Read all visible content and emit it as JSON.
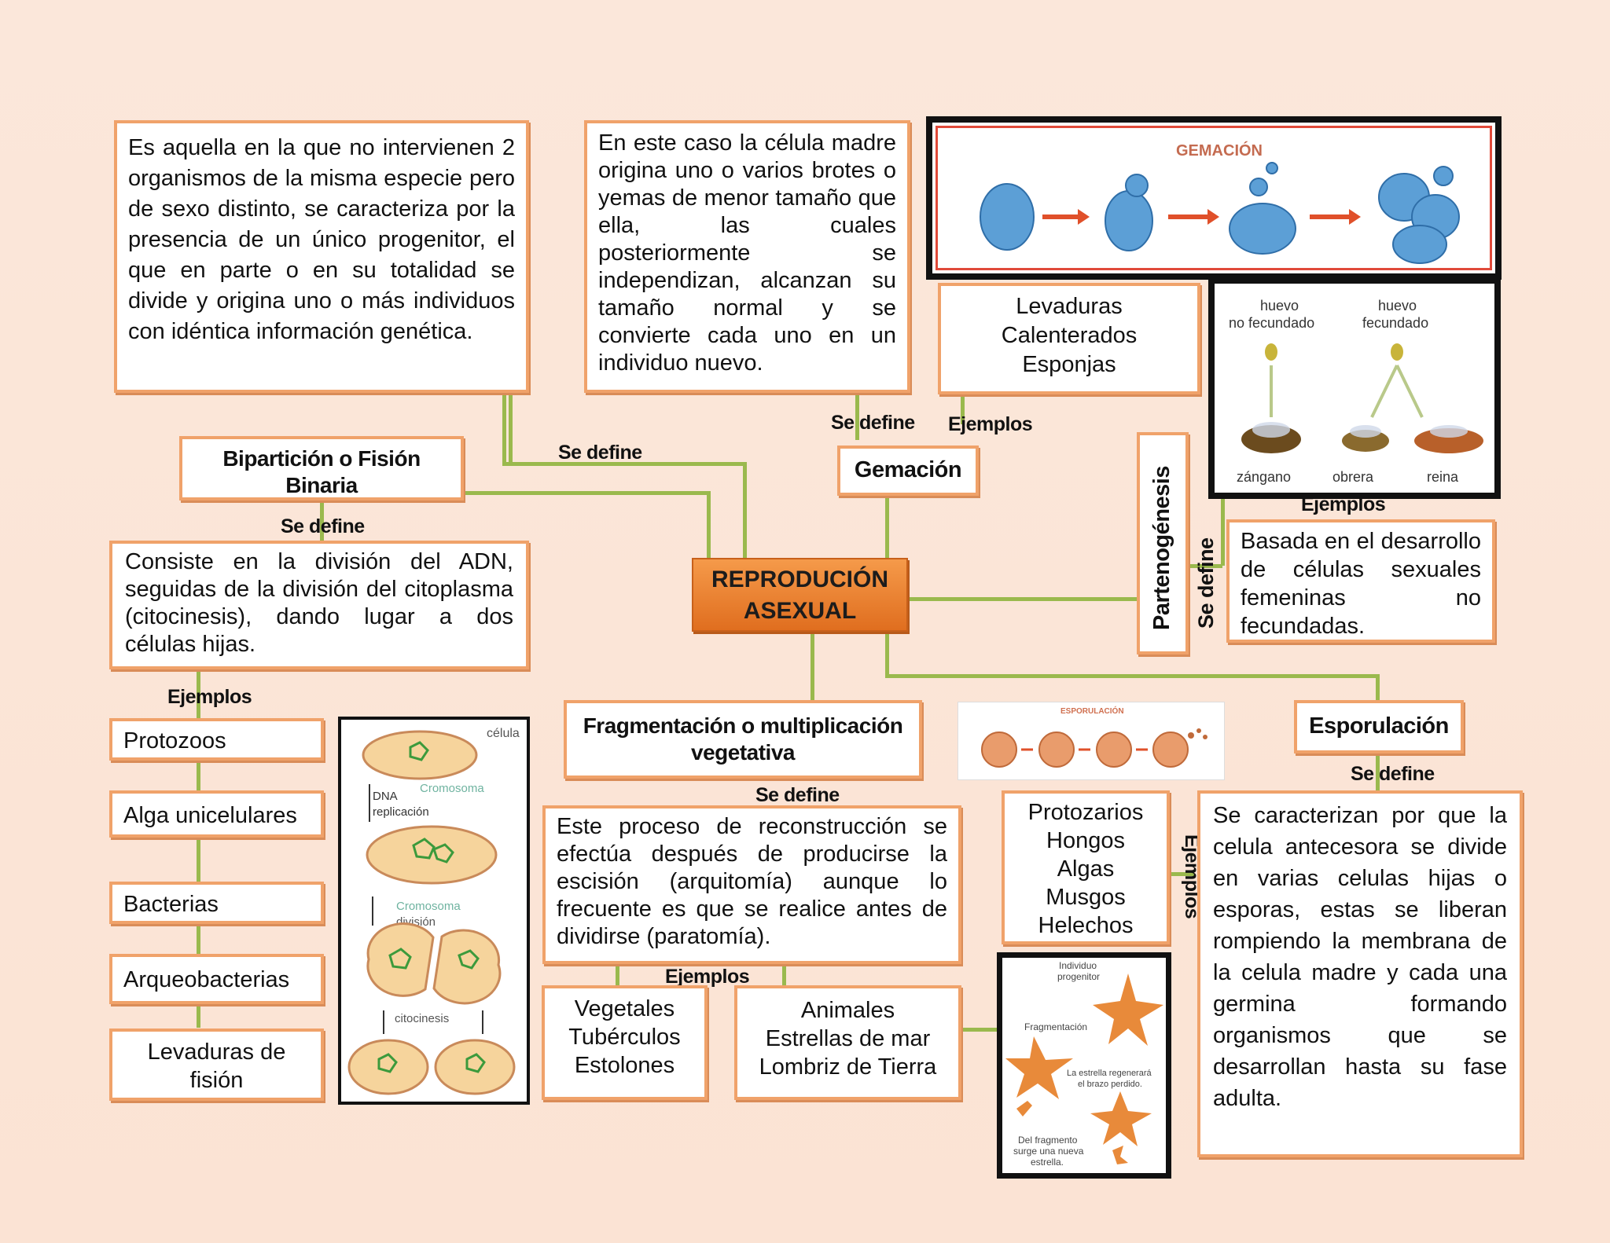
{
  "central": {
    "line1": "REPRODUCIÓN",
    "line2": "ASEXUAL"
  },
  "definition": "Es aquella en la que no intervienen 2 organismos de la misma especie pero de sexo distinto, se caracteriza por la presencia de un único progenitor, el que en parte o en su totalidad se divide y origina uno o más individuos con idéntica información genética.",
  "labels": {
    "se_define": "Se define",
    "ejemplos": "Ejemplos"
  },
  "biparticion": {
    "title": "Bipartición o Fisión Binaria",
    "definition": "Consiste en la división del ADN, seguidas de la división del citoplasma (citocinesis), dando lugar a dos células hijas.",
    "examples": [
      "Protozoos",
      "Alga unicelulares",
      "Bacterias",
      "Arqueobacterias",
      "Levaduras de fisión"
    ],
    "image_labels": {
      "cell": "célula",
      "chrom": "Cromosoma",
      "dna": "DNA",
      "replic": "replicación",
      "chrom2": "Cromosoma",
      "div": "división",
      "cito": "citocinesis"
    }
  },
  "gemacion": {
    "title": "Gemación",
    "definition": "En este caso la célula madre origina uno o varios brotes o yemas de menor tamaño que ella, las cuales posteriormente se independizan, alcanzan su tamaño normal y se convierte cada uno en un individuo nuevo.",
    "examples": [
      "Levaduras",
      "Calenterados",
      "Esponjas"
    ],
    "image_title": "GEMACIÓN"
  },
  "partenogenesis": {
    "title": "Partenogénesis",
    "definition": "Basada en el desarrollo de células sexuales femeninas no fecundadas.",
    "image_labels": {
      "huevo1": "huevo",
      "nofec": "no fecundado",
      "huevo2": "huevo",
      "fec": "fecundado",
      "zangano": "zángano",
      "obrera": "obrera",
      "reina": "reina"
    }
  },
  "fragmentacion": {
    "title": "Fragmentación o multiplicación vegetativa",
    "definition": "Este proceso de reconstrucción se efectúa después de producirse la escisión (arquitomía) aunque lo frecuente es que se realice antes de dividirse (paratomía).",
    "examples_veg": [
      "Vegetales",
      "Tubérculos",
      "Estolones"
    ],
    "examples_ani": [
      "Animales",
      "Estrellas de mar",
      "Lombriz de Tierra"
    ],
    "image_labels": {
      "ind": "Individuo",
      "prog": "progenitor",
      "frag": "Fragmentación",
      "reg1": "La estrella regenerará",
      "reg2": "el brazo perdido.",
      "del1": "Del fragmento",
      "del2": "surge una nueva",
      "del3": "estrella."
    }
  },
  "esporulacion": {
    "title": "Esporulación",
    "definition": "Se caracterizan por que la celula antecesora se divide en varias celulas hijas o esporas, estas se liberan rompiendo la membrana de la celula madre y cada una germina formando organismos que se desarrollan hasta su fase adulta.",
    "examples": [
      "Protozarios",
      "Hongos",
      "Algas",
      "Musgos",
      "Helechos"
    ],
    "image_title": "ESPORULACIÓN"
  },
  "colors": {
    "accent_border": "#f0a26a",
    "central_fill": "#e8782a",
    "line": "#9ab94d",
    "cell_blue": "#5c9fd6"
  }
}
